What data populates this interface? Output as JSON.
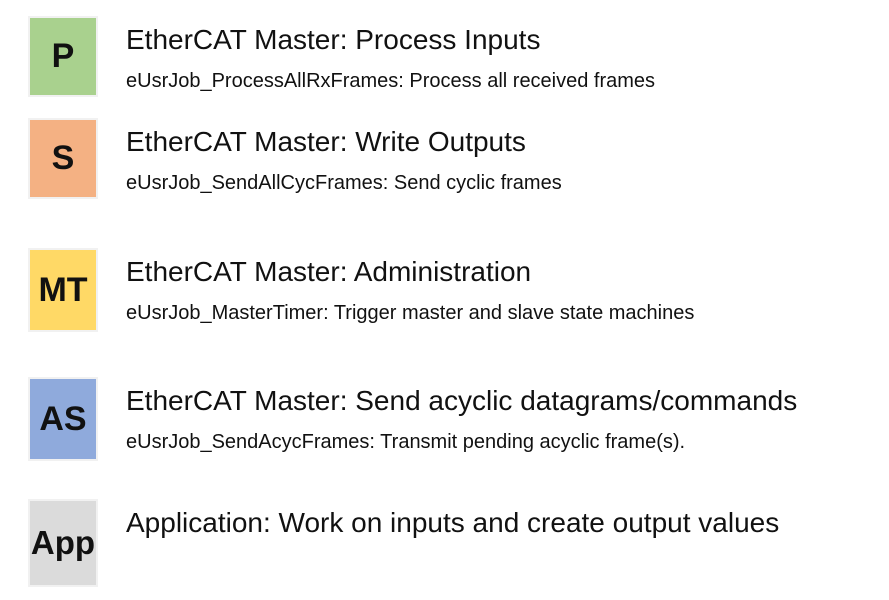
{
  "page": {
    "background": "#ffffff",
    "text_color": "#111111"
  },
  "rows": [
    {
      "badge": "P",
      "badge_color": "#a9d18e",
      "title": "EtherCAT Master: Process Inputs",
      "subtitle": "eUsrJob_ProcessAllRxFrames: Process all received frames"
    },
    {
      "badge": "S",
      "badge_color": "#f4b183",
      "title": "EtherCAT Master: Write Outputs",
      "subtitle": "eUsrJob_SendAllCycFrames: Send cyclic frames"
    },
    {
      "badge": "MT",
      "badge_color": "#ffd966",
      "title": "EtherCAT Master: Administration",
      "subtitle": "eUsrJob_MasterTimer: Trigger master and slave state machines"
    },
    {
      "badge": "AS",
      "badge_color": "#8faadc",
      "title": "EtherCAT Master: Send acyclic datagrams/commands",
      "subtitle": "eUsrJob_SendAcycFrames: Transmit pending acyclic frame(s)."
    },
    {
      "badge": "App",
      "badge_color": "#dbdbdb",
      "title": "Application: Work on inputs and create output values",
      "subtitle": ""
    }
  ]
}
